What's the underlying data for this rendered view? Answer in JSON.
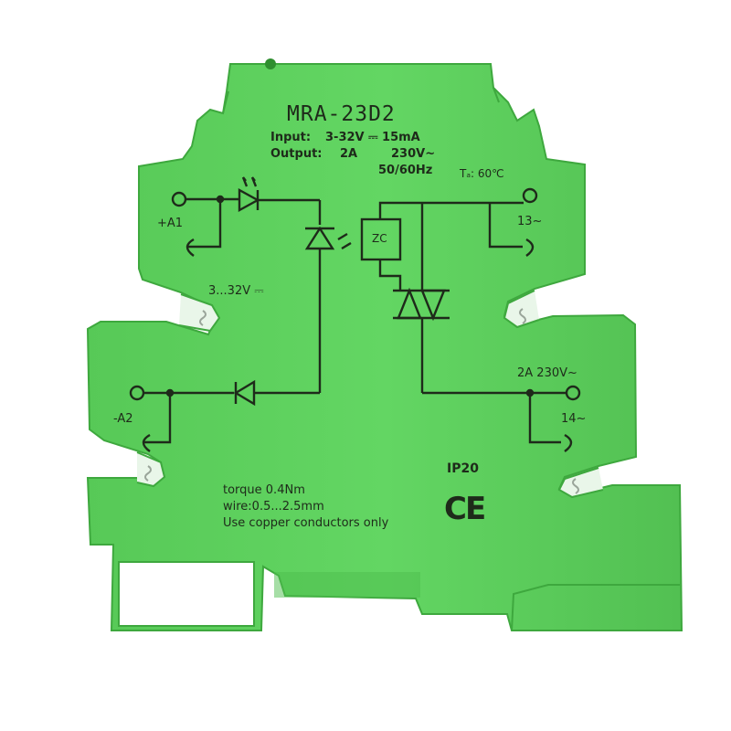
{
  "product": {
    "model": "MRA-23D2",
    "input_label": "Input:",
    "input_value": "3-32V ⎓ 15mA",
    "output_label": "Output:",
    "output_current": "2A",
    "output_voltage": "230V~",
    "output_freq": "50/60Hz",
    "temp": "Tₐ: 60℃",
    "term_a1": "+A1",
    "term_a2": "-A2",
    "term_13": "13~",
    "term_14": "14~",
    "input_range": "3...32V ⎓",
    "output_rating": "2A 230V~",
    "zc_label": "ZC",
    "ip_rating": "IP20",
    "ce_mark": "CE",
    "note_torque": "torque 0.4Nm",
    "note_wire": "wire:0.5...2.5mm",
    "note_copper": "Use copper conductors only"
  },
  "colors": {
    "housing": "#5fd35f",
    "housing_shadow": "#3ea83e",
    "print": "#1e2a1a",
    "background": "#ffffff"
  }
}
